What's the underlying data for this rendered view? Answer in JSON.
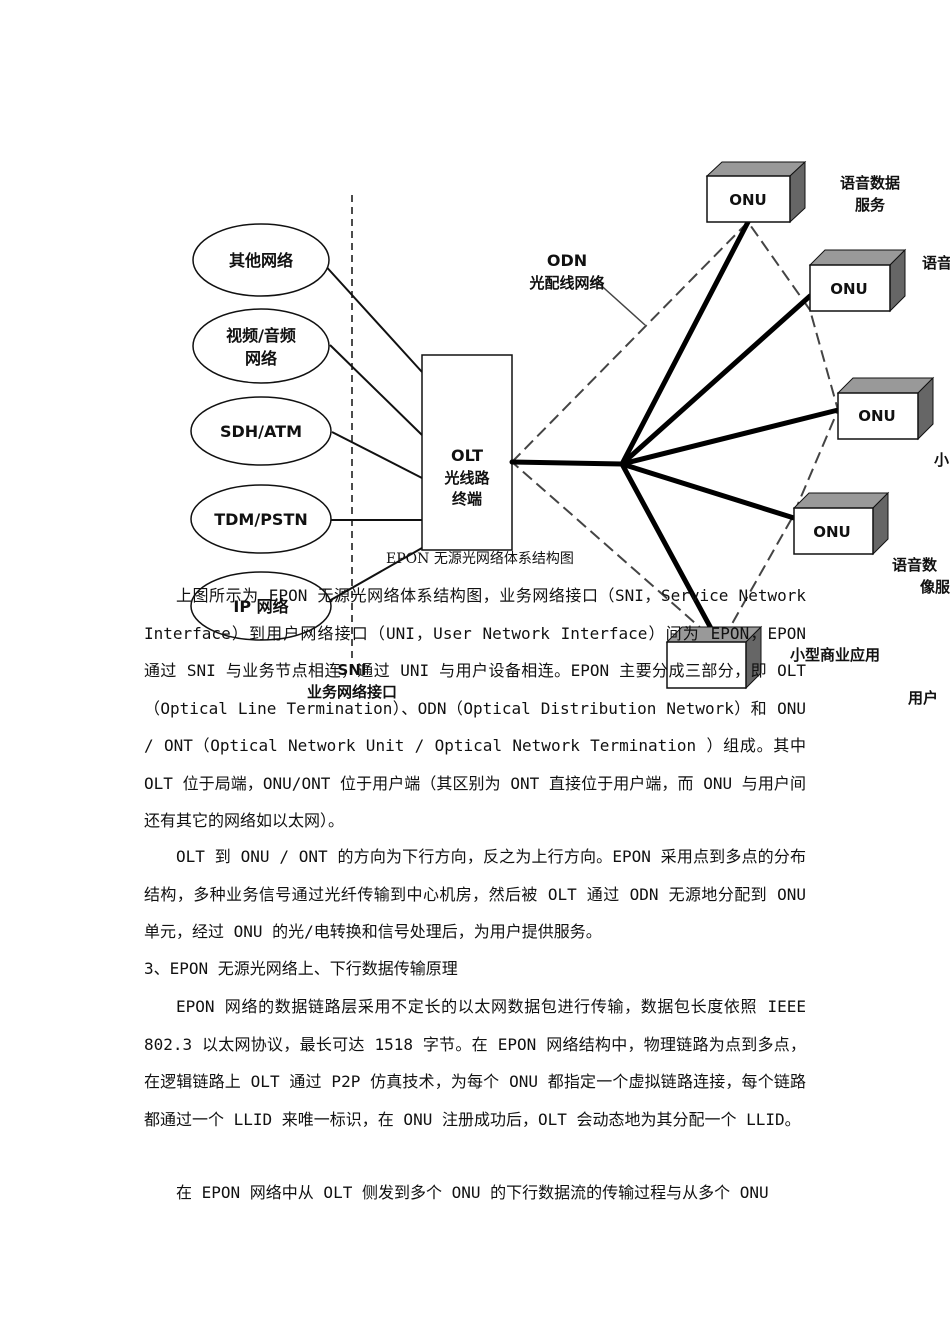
{
  "diagram": {
    "networks": [
      "其他网络",
      "视频/音频",
      "网络",
      "SDH/ATM",
      "TDM/PSTN",
      "IP 网络"
    ],
    "olt": [
      "OLT",
      "光线路",
      "终端"
    ],
    "odn": [
      "ODN",
      "光配线网络"
    ],
    "onu_label": "ONU",
    "side_labels": [
      "语音数据",
      "服务",
      "语音",
      "小",
      "语音数",
      "像服",
      "小型商业应用",
      "用户",
      "业务网络接口",
      "SNI"
    ]
  },
  "caption": "EPON 无源光网络体系结构图",
  "paragraphs": [
    "上图所示为 EPON 无源光网络体系结构图，业务网络接口（SNI，Service Network Interface）到用户网络接口（UNI，User Network Interface）间为 EPON，EPON 通过 SNI 与业务节点相连，通过 UNI 与用户设备相连。EPON 主要分成三部分，即 OLT（Optical Line Termination）、ODN（Optical Distribution Network）和 ONU / ONT（Optical Network Unit / Optical Network Termination ）组成。其中 OLT 位于局端，ONU/ONT 位于用户端（其区别为 ONT 直接位于用户端，而 ONU 与用户间还有其它的网络如以太网）。",
    "OLT 到 ONU / ONT 的方向为下行方向，反之为上行方向。EPON 采用点到多点的分布结构，多种业务信号通过光纤传输到中心机房，然后被 OLT 通过 ODN 无源地分配到 ONU 单元，经过 ONU 的光/电转换和信号处理后，为用户提供服务。",
    "3、EPON 无源光网络上、下行数据传输原理",
    "EPON 网络的数据链路层采用不定长的以太网数据包进行传输，数据包长度依照 IEEE 802.3 以太网协议，最长可达 1518 字节。在 EPON 网络结构中，物理链路为点到多点，在逻辑链路上 OLT 通过 P2P 仿真技术，为每个 ONU 都指定一个虚拟链路连接，每个链路都通过一个 LLID 来唯一标识，在 ONU 注册成功后，OLT 会动态地为其分配一个 LLID。",
    "在 EPON 网络中从 OLT 侧发到多个 ONU 的下行数据流的传输过程与从多个 ONU"
  ]
}
